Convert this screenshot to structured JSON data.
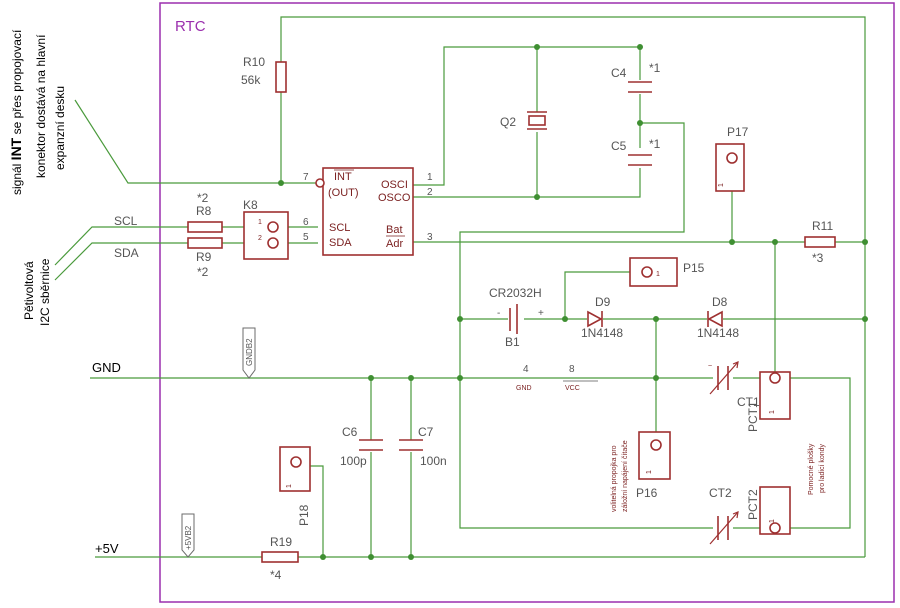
{
  "title": "RTC",
  "notes": {
    "int_line1": "signál INT se přes propojovací",
    "int_line2": "konektor  dostává na hlavní",
    "int_line3": "expanzní desku",
    "i2c_line1": "Pětivoltová",
    "i2c_line2": "I2C sběrnice",
    "jumper_line1": "volitelná propojka pro",
    "jumper_line2": "záložní napájení čítače",
    "pads_line1": "Pomocné plošky",
    "pads_line2": "pro ladicí kondy"
  },
  "nets": {
    "scl": "SCL",
    "sda": "SDA",
    "gnd": "GND",
    "vcc5": "+5V",
    "gndb2": "GNDB2",
    "vb2": "+5VB2"
  },
  "components": {
    "r10": {
      "ref": "R10",
      "value": "56k"
    },
    "r8": {
      "ref": "R8",
      "note": "*2"
    },
    "r9": {
      "ref": "R9",
      "note": "*2"
    },
    "r11": {
      "ref": "R11",
      "note": "*3"
    },
    "r19": {
      "ref": "R19",
      "note": "*4"
    },
    "k8": {
      "ref": "K8",
      "pin1": "1",
      "pin2": "2"
    },
    "q2": {
      "ref": "Q2"
    },
    "c4": {
      "ref": "C4",
      "note": "*1"
    },
    "c5": {
      "ref": "C5",
      "note": "*1"
    },
    "c6": {
      "ref": "C6",
      "value": "100p"
    },
    "c7": {
      "ref": "C7",
      "value": "100n"
    },
    "p15": {
      "ref": "P15"
    },
    "p16": {
      "ref": "P16"
    },
    "p17": {
      "ref": "P17"
    },
    "p18": {
      "ref": "P18"
    },
    "pct1": {
      "ref": "PCT1"
    },
    "pct2": {
      "ref": "PCT2"
    },
    "ct1": {
      "ref": "CT1"
    },
    "ct2": {
      "ref": "CT2"
    },
    "b1": {
      "ref": "B1",
      "value": "CR2032H",
      "minus": "-",
      "plus": "+"
    },
    "d9": {
      "ref": "D9",
      "value": "1N4148"
    },
    "d8": {
      "ref": "D8",
      "value": "1N4148"
    },
    "pad_pin": "1"
  },
  "ic": {
    "int": "INT",
    "out": "(OUT)",
    "scl": "SCL",
    "sda": "SDA",
    "osci": "OSCI",
    "osco": "OSCO",
    "bat": "Bat",
    "adr": "Adr",
    "pin7": "7",
    "pin6": "6",
    "pin5": "5",
    "pin1": "1",
    "pin2": "2",
    "pin3": "3",
    "pin4": "4",
    "pin8": "8",
    "gnd_pin": "GND",
    "vcc_pin": "VCC"
  }
}
